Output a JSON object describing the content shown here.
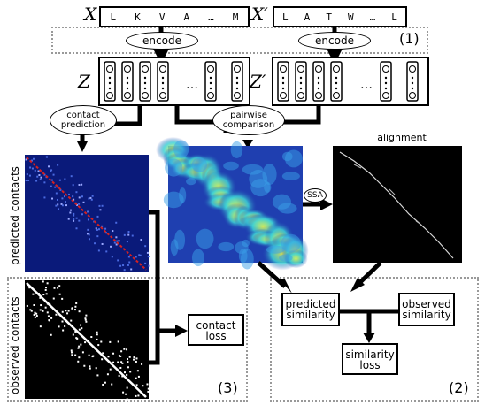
{
  "inputs": {
    "x_symbol": "X",
    "x_prime_symbol": "X′",
    "x_sequence": [
      "L",
      "K",
      "V",
      "A",
      "…",
      "M"
    ],
    "x_prime_sequence": [
      "L",
      "A",
      "T",
      "W",
      "…",
      "L"
    ]
  },
  "encode_left": "encode",
  "encode_right": "encode",
  "region_1": "(1)",
  "region_2": "(2)",
  "region_3": "(3)",
  "z_symbol": "Z",
  "z_prime_symbol": "Z′",
  "ellipsis": "…",
  "contact_prediction": "contact prediction",
  "pairwise_comparison": "pairwise comparison",
  "alignment_title": "alignment",
  "ssa_label": "SSA",
  "predicted_contacts": "predicted contacts",
  "observed_contacts": "observed contacts",
  "contact_loss": "contact loss",
  "predicted_similarity": "predicted similarity",
  "observed_similarity": "observed similarity",
  "similarity_loss": "similarity loss",
  "colors": {
    "contact_bg": "#0a1a7a",
    "heatmap_bg": "#1f3fb0",
    "heatmap_hot": "#c8e83a",
    "black": "#000000",
    "diagonal_red": "#d62020"
  }
}
